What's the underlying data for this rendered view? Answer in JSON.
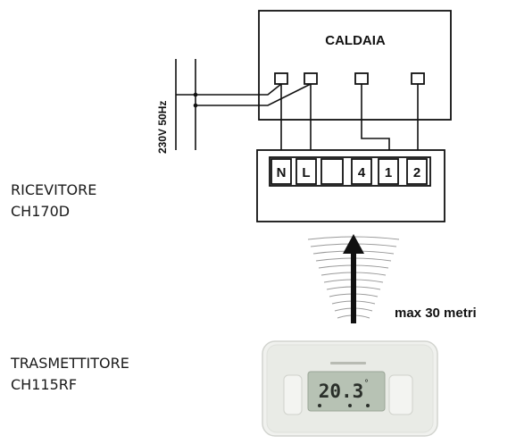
{
  "boiler": {
    "label": "CALDAIA"
  },
  "power": {
    "label": "230V 50Hz"
  },
  "receiver": {
    "label_line1": "RICEVITORE",
    "label_line2": "CH170D",
    "terminals": [
      "N",
      "L",
      "",
      "4",
      "1",
      "2"
    ]
  },
  "transmitter": {
    "label_line1": "TRASMETTITORE",
    "label_line2": "CH115RF",
    "display": "20.3",
    "display_unit": "°"
  },
  "range": {
    "label": "max 30 metri"
  },
  "colors": {
    "line": "#111111",
    "device_body": "#e9ebe6",
    "display_bg": "#b7c2b4"
  }
}
